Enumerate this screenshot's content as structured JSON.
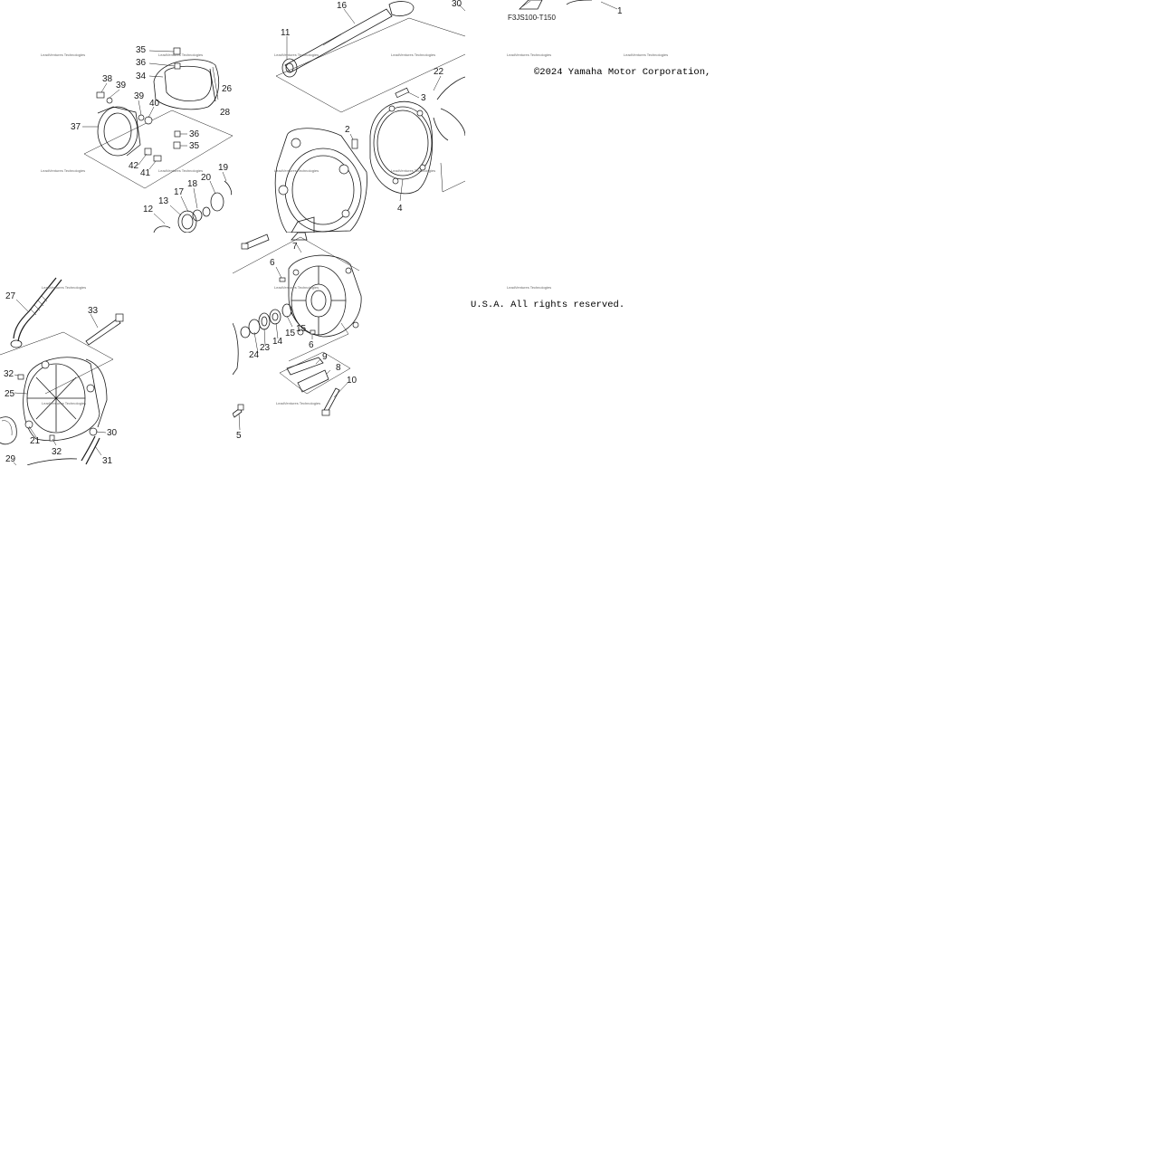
{
  "diagram": {
    "code": "F3JS100-T150",
    "copyright_line1": "©2024 Yamaha Motor Corporation,",
    "copyright_line2": "U.S.A. All rights reserved.",
    "watermark": "LeadVentures Technologies",
    "tiles": {
      "top_left_callouts": [
        "35",
        "36",
        "34",
        "38",
        "39",
        "39",
        "40",
        "26",
        "28",
        "37",
        "36",
        "35",
        "42",
        "41",
        "20",
        "19",
        "18",
        "17",
        "13",
        "12"
      ],
      "top_center_callouts": [
        "16",
        "30",
        "11",
        "22",
        "3",
        "2",
        "4"
      ],
      "top_right_callouts": [
        "1"
      ],
      "mid_left_callouts": [
        "27",
        "33",
        "32",
        "25",
        "21",
        "30",
        "32",
        "29",
        "31"
      ],
      "mid_center_callouts": [
        "7",
        "6",
        "15",
        "14",
        "23",
        "24",
        "15",
        "6",
        "9",
        "8",
        "10",
        "5"
      ]
    }
  }
}
